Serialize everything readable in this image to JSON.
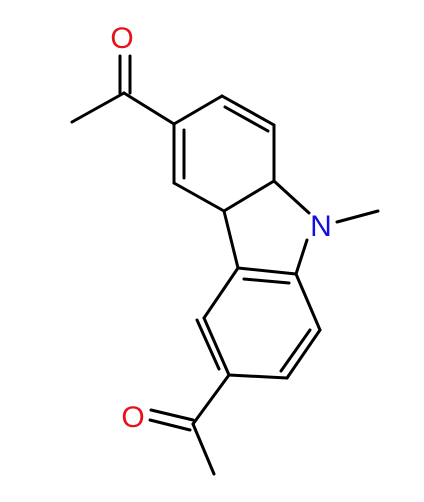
{
  "molecule": {
    "atoms": [
      {
        "id": "O1",
        "label": "O",
        "color": "#e8101a"
      },
      {
        "id": "O2",
        "label": "O",
        "color": "#e8101a"
      },
      {
        "id": "N1",
        "label": "N",
        "color": "#1010e0"
      }
    ],
    "bond_color": "#000000",
    "background": "#ffffff"
  }
}
